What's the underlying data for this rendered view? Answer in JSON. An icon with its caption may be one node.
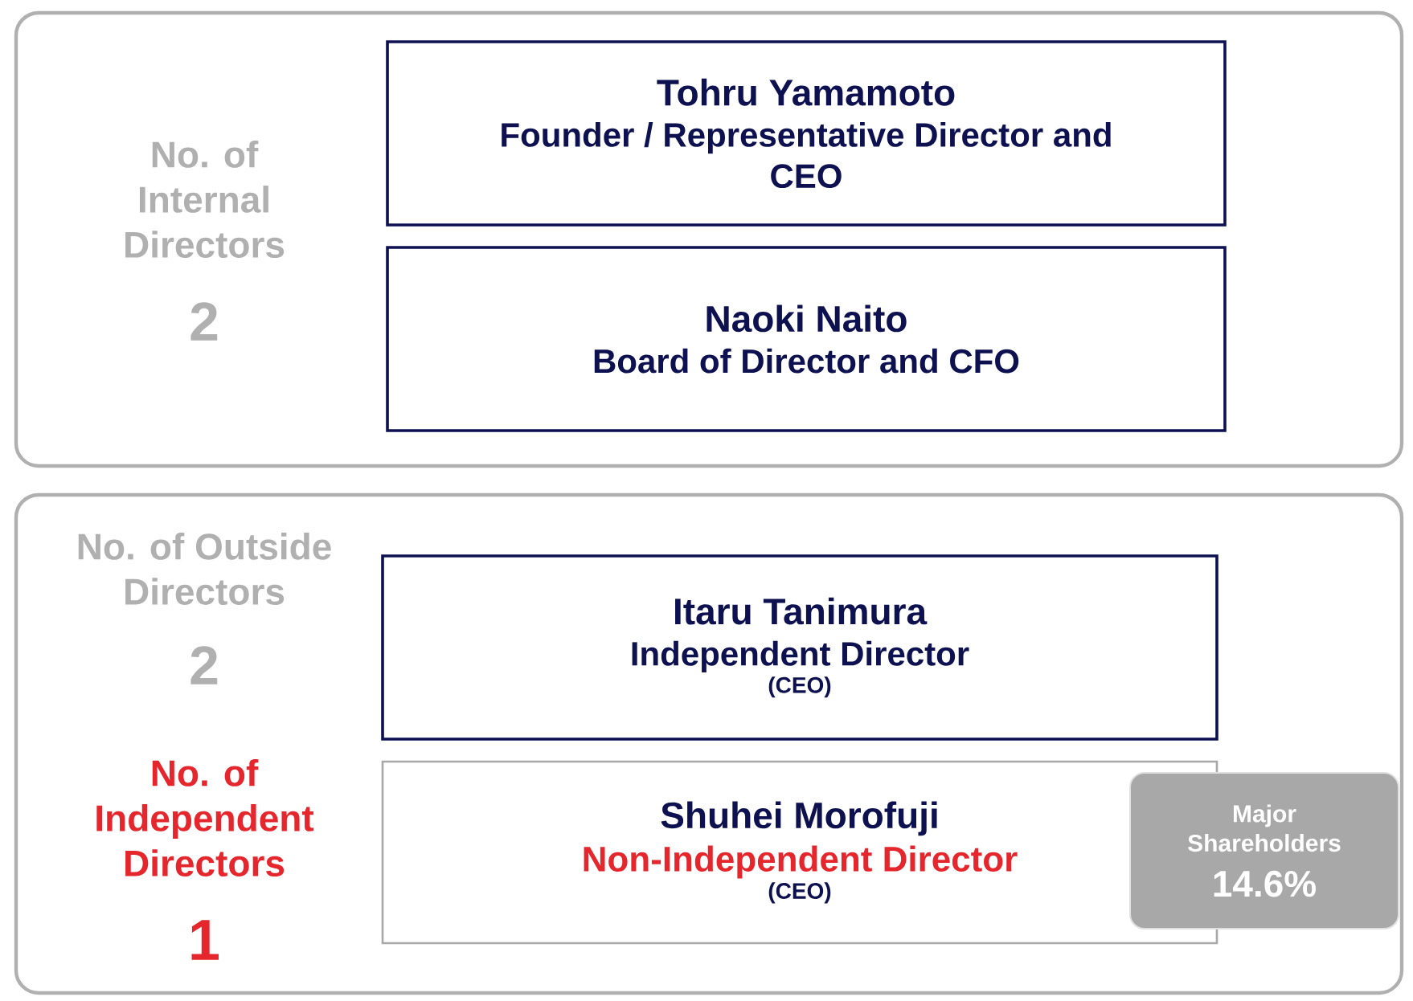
{
  "diagram": {
    "nodes": [
      {
        "text": [
          "No. of Internal Directors",
          "2"
        ]
      },
      {
        "text": [
          "Tohru Yamamoto",
          "Founder / Representative Director and CEO"
        ],
        "in": 0
      },
      {
        "text": [
          "Naoki Naito",
          "Board of Director and CFO"
        ],
        "in": 0
      },
      {
        "text": [
          "No. of Outside Directors",
          "2",
          "No. of Independent Directors",
          "1"
        ]
      },
      {
        "text": [
          "Itaru Tanimura",
          "Independent Director",
          "(CEO)"
        ],
        "in": 3
      },
      {
        "text": [
          "Shuhei Morofuji",
          "Non-Independent Director",
          "(CEO)"
        ],
        "in": 3
      },
      {
        "text": [
          "Major Shareholders",
          "14.6%"
        ],
        "in": 3
      }
    ]
  }
}
